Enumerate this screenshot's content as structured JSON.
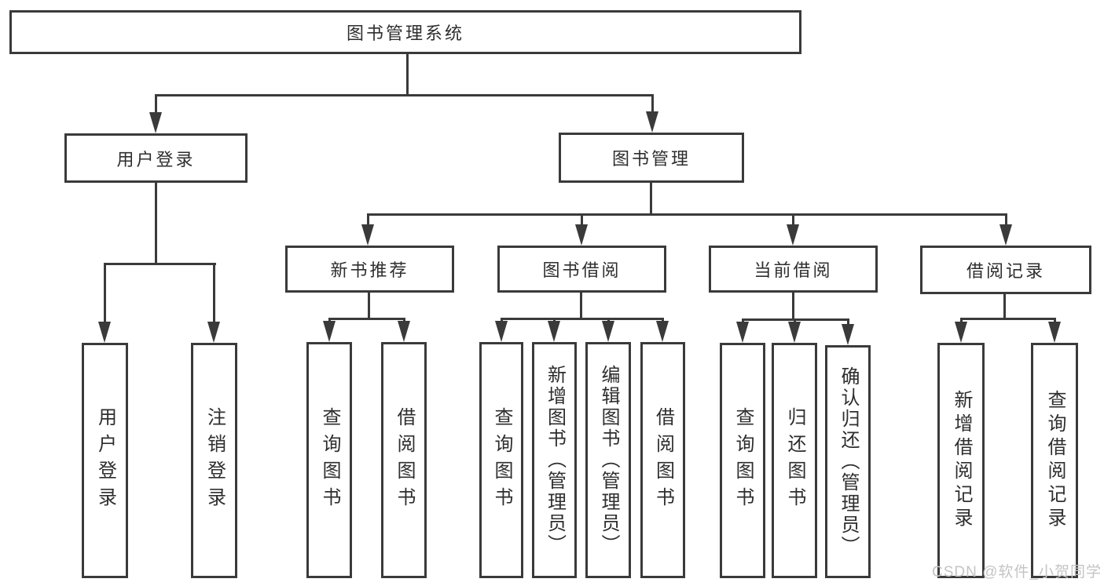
{
  "title": {
    "label": "图书管理系统"
  },
  "level2": [
    {
      "label": "用户登录"
    },
    {
      "label": "图书管理"
    }
  ],
  "level3": [
    {
      "label": "新书推荐"
    },
    {
      "label": "图书借阅"
    },
    {
      "label": "当前借阅"
    },
    {
      "label": "借阅记录"
    }
  ],
  "leaves": [
    {
      "label": "用户登录"
    },
    {
      "label": "注销登录"
    },
    {
      "label": "查询图书"
    },
    {
      "label": "借阅图书"
    },
    {
      "label": "查询图书"
    },
    {
      "label": "新增图书（管理员）"
    },
    {
      "label": "编辑图书（管理员）"
    },
    {
      "label": "借阅图书"
    },
    {
      "label": "查询图书"
    },
    {
      "label": "归还图书"
    },
    {
      "label": "确认归还（管理员）"
    },
    {
      "label": "新增借阅记录"
    },
    {
      "label": "查询借阅记录"
    }
  ],
  "watermark": {
    "text": "CSDN @软件_小贺同学"
  },
  "colors": {
    "line": "#3a3a3a",
    "text": "#2e2e2e",
    "watermark": "#c4c4c4",
    "background": "#ffffff"
  }
}
